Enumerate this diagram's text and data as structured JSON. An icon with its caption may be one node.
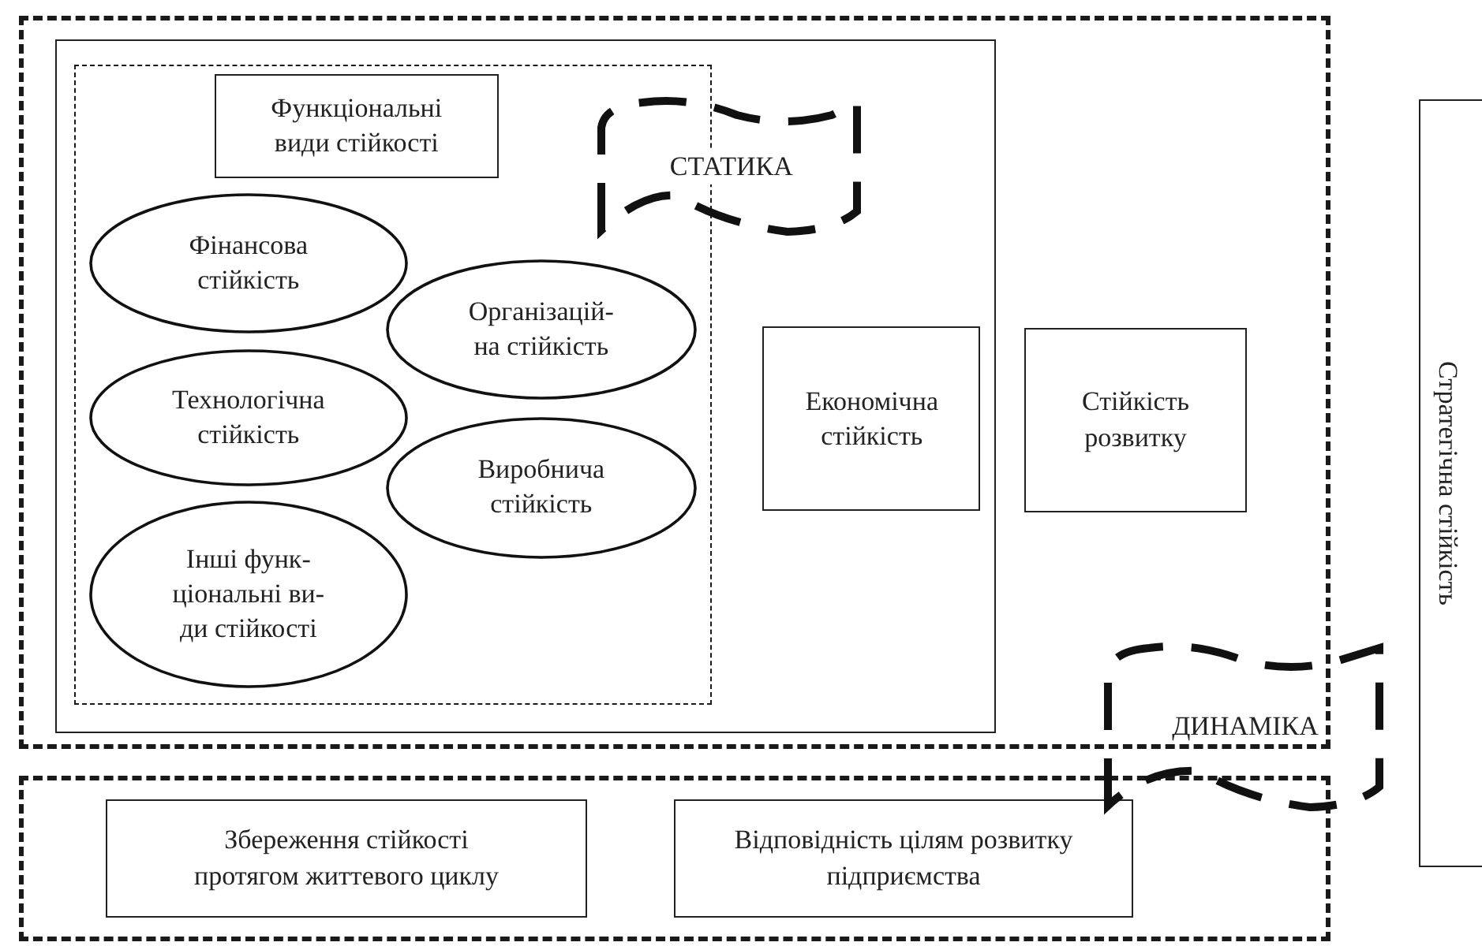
{
  "diagram": {
    "nodes": [
      {
        "text": [],
        "shape": "box"
      },
      {
        "text": [],
        "shape": "box",
        "in": 0
      },
      {
        "text": [],
        "shape": "box",
        "in": 1
      },
      {
        "text": [
          "Функціональні види стійкості"
        ],
        "in": 2
      },
      {
        "text": [
          "СТАТИКА"
        ],
        "in": 1
      },
      {
        "text": [
          "Фінансова стійкість"
        ],
        "in": 2
      },
      {
        "text": [
          "Організацій- на стійкість"
        ],
        "in": 2
      },
      {
        "text": [
          "Технологічна стійкість"
        ],
        "in": 2
      },
      {
        "text": [
          "Виробнича стійкість"
        ],
        "in": 2
      },
      {
        "text": [
          "Інші функ- ціональні ви- ди стійкості"
        ],
        "in": 2
      },
      {
        "text": [
          "Економічна стійкість"
        ],
        "in": 1
      },
      {
        "text": [
          "Стійкість розвитку"
        ],
        "in": 0
      },
      {
        "text": [],
        "shape": "box"
      },
      {
        "text": [
          "Збереження стійкості протягом життевого циклу"
        ],
        "in": 12
      },
      {
        "text": [
          "Відповідність цілям розвитку підприємства"
        ],
        "in": 12
      },
      {
        "text": [
          "ДИНАМІКА"
        ]
      },
      {
        "text": [
          "Стратегічна стійкість"
        ]
      }
    ],
    "edges": []
  }
}
